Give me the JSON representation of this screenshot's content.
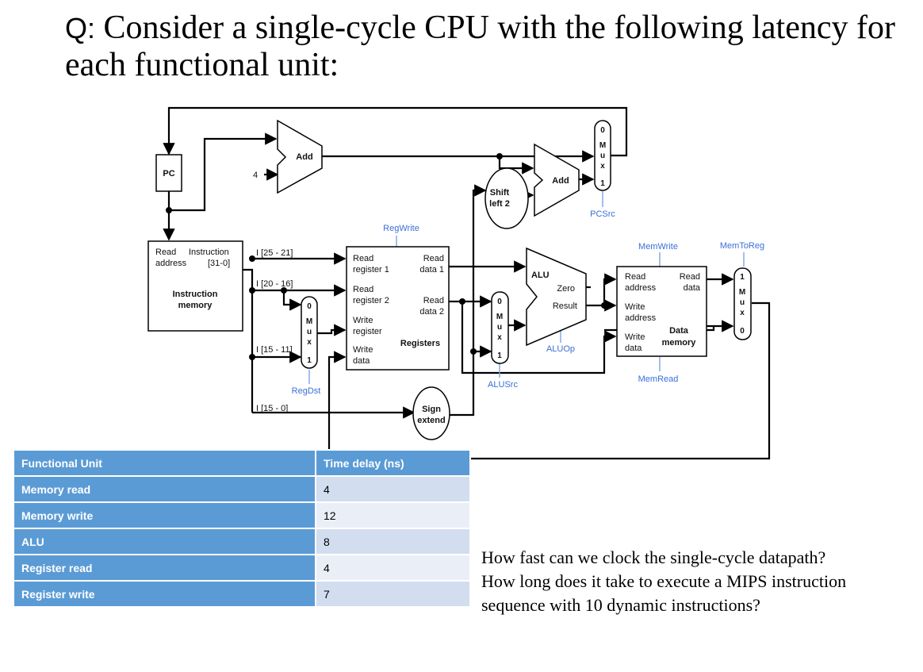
{
  "title": {
    "prefix": "Q:",
    "text": "Consider a single-cycle CPU with the following latency for each functional unit:"
  },
  "diagram": {
    "pc": "PC",
    "four": "4",
    "add1": "Add",
    "add2": "Add",
    "shift_left_2": [
      "Shift",
      "left 2"
    ],
    "pcsrc": "PCSrc",
    "regwrite": "RegWrite",
    "instr_mem": {
      "read_address": [
        "Read",
        "address"
      ],
      "instruction": [
        "Instruction",
        "[31-0]"
      ],
      "name": [
        "Instruction",
        "memory"
      ]
    },
    "bits": {
      "b25_21": "I [25 - 21]",
      "b20_16": "I [20 - 16]",
      "b15_11": "I [15 - 11]",
      "b15_0": "I [15 - 0]"
    },
    "regdst": "RegDst",
    "registers": {
      "read_reg1": [
        "Read",
        "register 1"
      ],
      "read_reg2": [
        "Read",
        "register 2"
      ],
      "write_reg": [
        "Write",
        "register"
      ],
      "write_data": [
        "Write",
        "data"
      ],
      "read_data1": [
        "Read",
        "data 1"
      ],
      "read_data2": [
        "Read",
        "data 2"
      ],
      "name": "Registers"
    },
    "sign_extend": [
      "Sign",
      "extend"
    ],
    "alusrc": "ALUSrc",
    "alu": {
      "name": "ALU",
      "zero": "Zero",
      "result": "Result"
    },
    "aluop": "ALUOp",
    "memwrite": "MemWrite",
    "memread": "MemRead",
    "memtoreg": "MemToReg",
    "data_mem": {
      "read_address": [
        "Read",
        "address"
      ],
      "read_data": [
        "Read",
        "data"
      ],
      "write_address": [
        "Write",
        "address"
      ],
      "write_data": [
        "Write",
        "data"
      ],
      "name": [
        "Data",
        "memory"
      ]
    },
    "mux_letters": [
      "M",
      "u",
      "x"
    ],
    "mux_top": {
      "pc_mux": "0",
      "regdst_mux": "0",
      "alusrc_mux": "0",
      "memtoreg_mux": "1"
    },
    "mux_bottom": {
      "pc_mux": "1",
      "regdst_mux": "1",
      "alusrc_mux": "1",
      "memtoreg_mux": "0"
    }
  },
  "table": {
    "headers": [
      "Functional Unit",
      "Time delay (ns)"
    ],
    "rows": [
      {
        "unit": "Memory read",
        "delay": "4"
      },
      {
        "unit": "Memory write",
        "delay": "12"
      },
      {
        "unit": "ALU",
        "delay": "8"
      },
      {
        "unit": "Register read",
        "delay": "4"
      },
      {
        "unit": "Register write",
        "delay": "7"
      }
    ]
  },
  "question": {
    "line1": "How fast can we clock the single-cycle datapath?",
    "line2": "How long does it take to execute a MIPS instruction sequence with 10 dynamic instructions?"
  }
}
